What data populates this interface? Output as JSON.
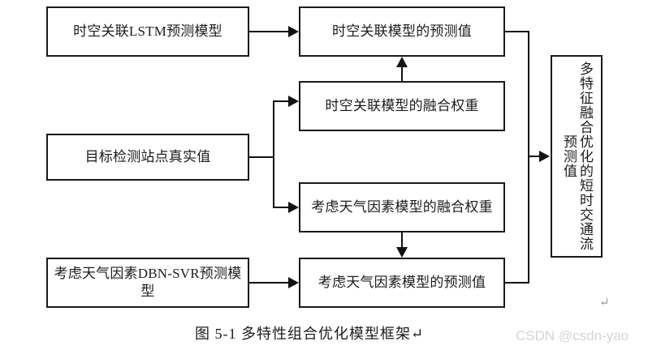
{
  "figure": {
    "caption": "图 5-1  多特性组合优化模型框架↵",
    "watermark": "CSDN @csdn-yao",
    "paragraph_mark": "↵"
  },
  "nodes": {
    "lstm_model": "时空关联LSTM预测模型",
    "ground_truth": "目标检测站点真实值",
    "dbn_svr_model": "考虑天气因素DBN-SVR预测模型",
    "st_prediction": "时空关联模型的预测值",
    "st_weight": "时空关联模型的融合权重",
    "weather_weight": "考虑天气因素模型的融合权重",
    "weather_prediction": "考虑天气因素模型的预测值",
    "final_output": "多特征融合优化的短时交通流预测值"
  },
  "edges": [
    {
      "from": "lstm_model",
      "to": "st_prediction"
    },
    {
      "from": "ground_truth",
      "to": "st_weight"
    },
    {
      "from": "ground_truth",
      "to": "weather_weight"
    },
    {
      "from": "st_weight",
      "to": "st_prediction"
    },
    {
      "from": "weather_weight",
      "to": "weather_prediction"
    },
    {
      "from": "dbn_svr_model",
      "to": "weather_prediction"
    },
    {
      "from": "st_prediction",
      "to": "final_output"
    },
    {
      "from": "weather_prediction",
      "to": "final_output"
    }
  ],
  "colors": {
    "stroke": "#111111",
    "text": "#1c1c1c",
    "background": "#ffffff",
    "watermark": "#d5d5d5"
  }
}
